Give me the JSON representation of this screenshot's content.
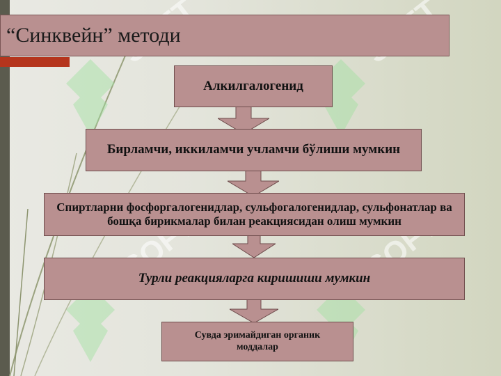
{
  "slide": {
    "title": "“Синквейн” методи",
    "steps": [
      "Алкилгалогенид",
      "Бирламчи, иккиламчи учламчи бўлиши мумкин",
      "Спиртларни фосфоргалогенидлар, сульфогалогенидлар, сульфонатлар ва бошқа бирикмалар билан реакциясидан олиш мумкин",
      "Турли реакцияларга киришиши мумкин",
      "Сувда эримайдиган органик моддалар"
    ]
  },
  "watermark": {
    "text": "SOFT"
  },
  "colors": {
    "box_fill": "#b99090",
    "arrow_fill": "#b99090",
    "accent": "#b5351d",
    "watermark_mark": "#9fe09f"
  }
}
